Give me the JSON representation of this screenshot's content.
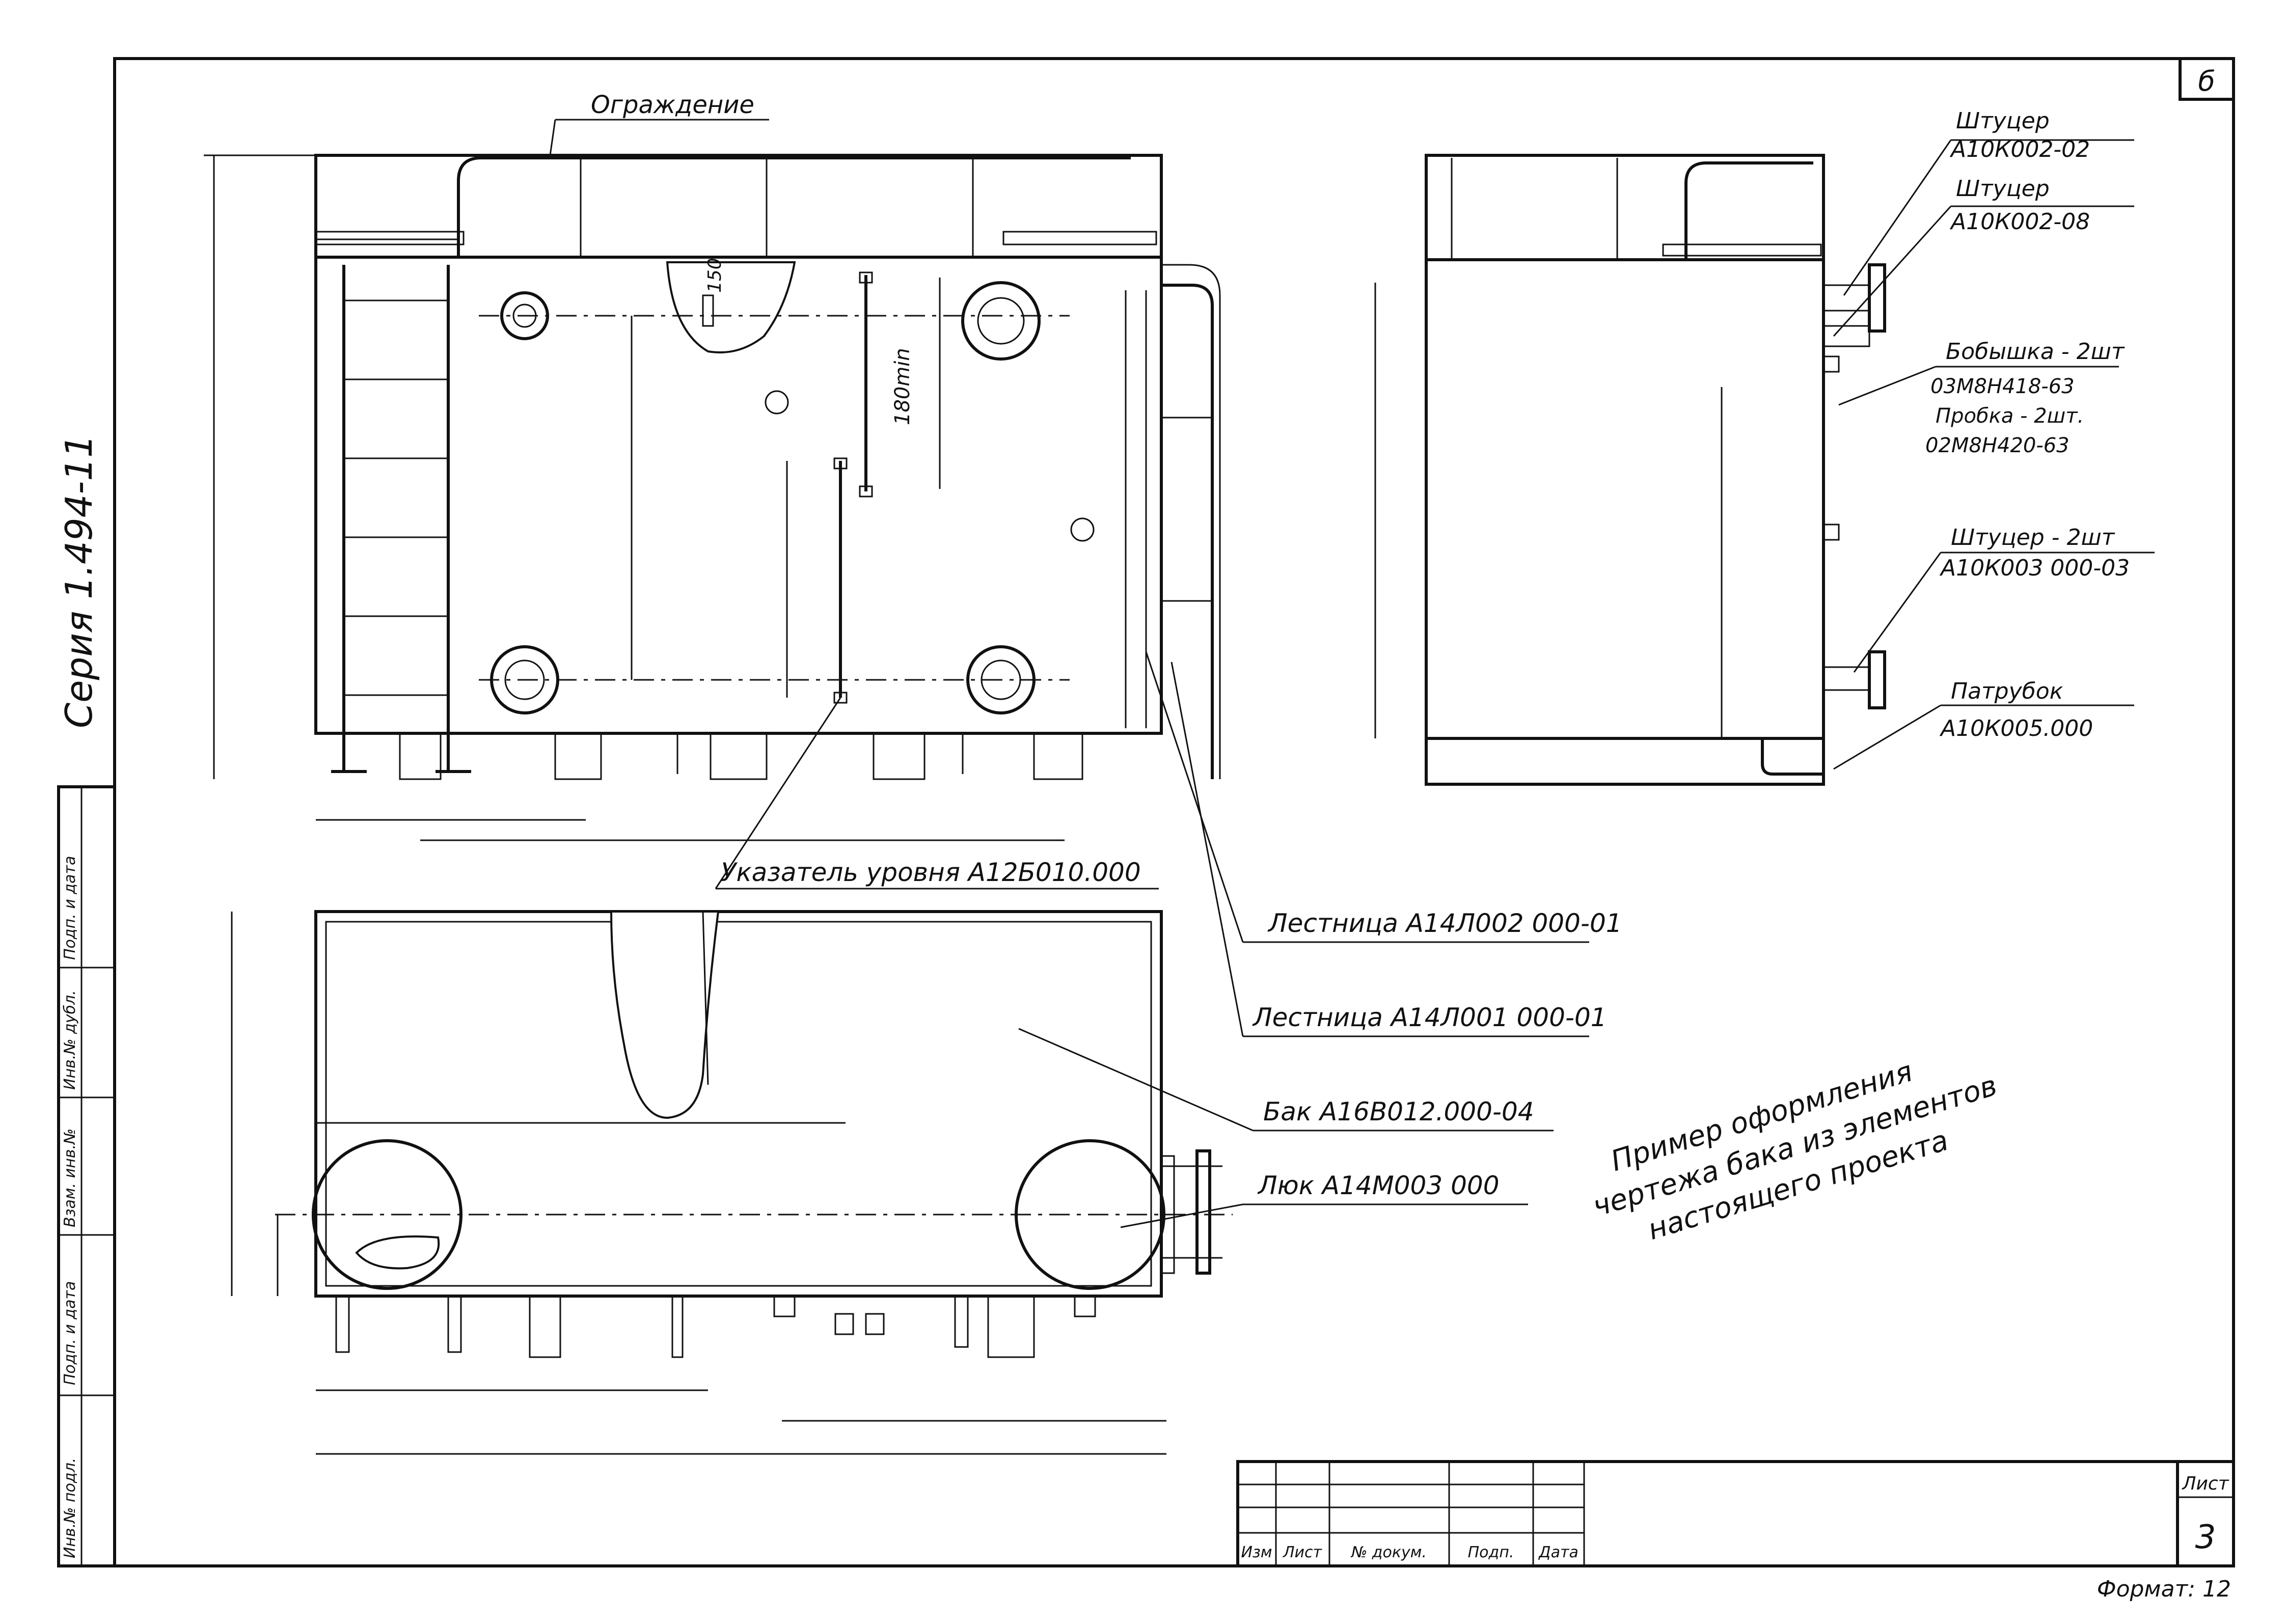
{
  "sheet_corner_mark": "б",
  "series": "Серия 1.494-11",
  "margin_stamp": [
    "Инв.№ подл.",
    "Подп. и дата",
    "Взам. инв.№",
    "Инв.№ дубл.",
    "Подп. и дата"
  ],
  "callouts": {
    "fence": "Ограждение",
    "level_indicator": "Указатель уровня А12Б010.000",
    "ladder_1": "Лестница А14Л002 000-01",
    "ladder_2": "Лестница А14Л001 000-01",
    "tank": "Бак А16В012.000-04",
    "hatch": "Люк А14М003 000",
    "fitting_1_name": "Штуцер",
    "fitting_1_code": "А10К002-02",
    "fitting_2_name": "Штуцер",
    "fitting_2_code": "А10К002-08",
    "boss_name": "Бобышка - 2шт",
    "boss_code": "03М8Н418-63",
    "plug_name": "Пробка - 2шт.",
    "plug_code": "02М8Н420-63",
    "fitting_3_name": "Штуцер - 2шт",
    "fitting_3_code": "А10К003 000-03",
    "pipe_name": "Патрубок",
    "pipe_code": "А10К005.000"
  },
  "dimension_text": {
    "d150": "150",
    "d180": "180min"
  },
  "note": [
    "Пример оформления",
    "чертежа бака из элементов",
    "настоящего проекта"
  ],
  "title_block": {
    "columns": [
      "Изм",
      "Лист",
      "№ докум.",
      "Подп.",
      "Дата"
    ],
    "sheet_label": "Лист",
    "sheet_number": "3"
  },
  "format": "Формат: 12"
}
